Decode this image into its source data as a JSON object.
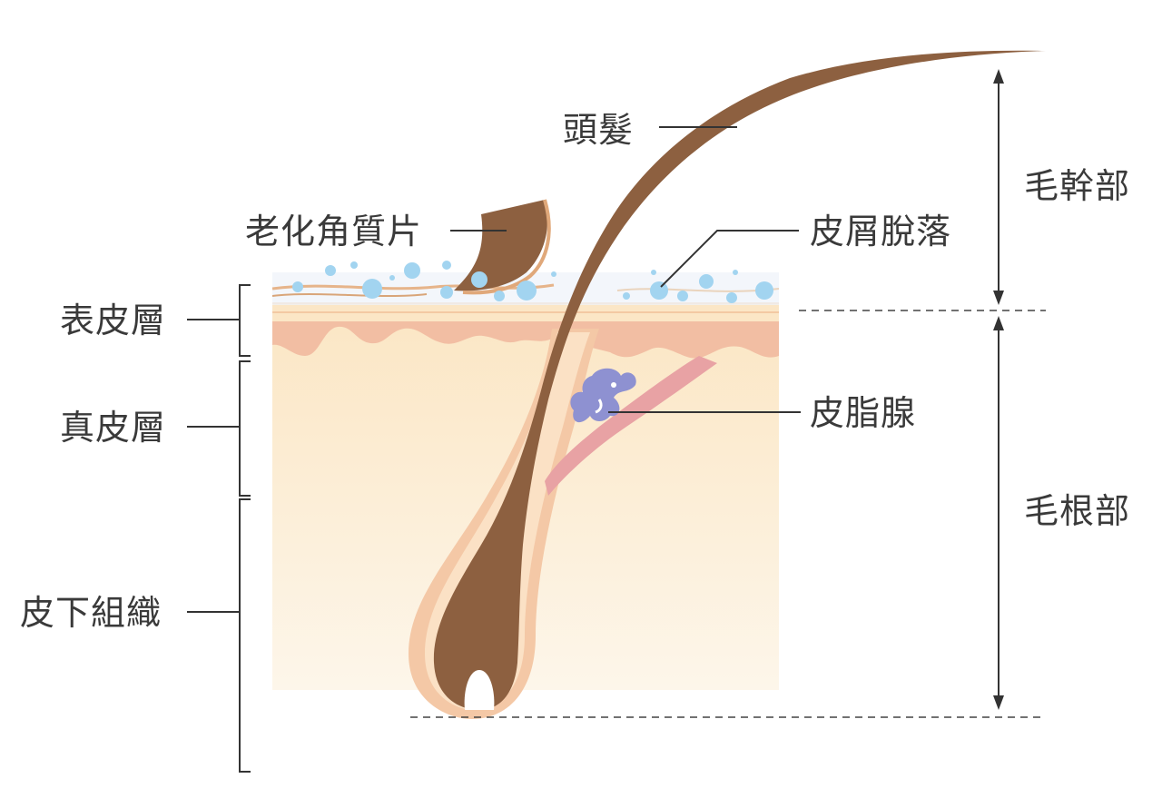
{
  "labels": {
    "hair": "頭髮",
    "aged_keratin": "老化角質片",
    "dandruff": "皮屑脫落",
    "sebaceous_gland": "皮脂腺",
    "epidermis": "表皮層",
    "dermis": "真皮層",
    "subcutaneous": "皮下組織",
    "hair_shaft": "毛幹部",
    "hair_root": "毛根部"
  },
  "colors": {
    "hair": "#8d6040",
    "dermis": "#fbe9cb",
    "epidermis_top": "#fbe3c2",
    "epidermis_wave": "#f2b9a0",
    "follicle_sheath": "#f6c9a8",
    "muscle": "#e59aa0",
    "gland": "#8d90cf",
    "flake_bubble": "#9cd2ef",
    "line": "#333333"
  }
}
